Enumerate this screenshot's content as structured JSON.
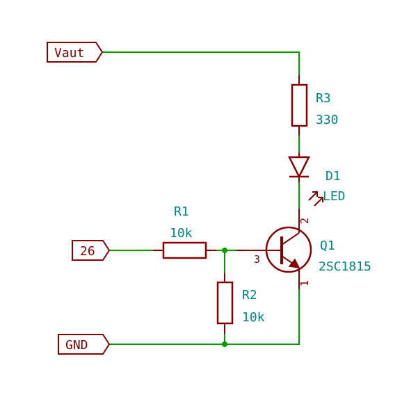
{
  "global_labels": {
    "vout": "Vaut",
    "gpio": "26",
    "gnd": "GND"
  },
  "components": {
    "r1": {
      "ref": "R1",
      "value": "10k"
    },
    "r2": {
      "ref": "R2",
      "value": "10k"
    },
    "r3": {
      "ref": "R3",
      "value": "330"
    },
    "d1": {
      "ref": "D1",
      "value": "LED"
    },
    "q1": {
      "ref": "Q1",
      "value": "2SC1815",
      "pin_base": "3",
      "pin_collector": "2",
      "pin_emitter": "1"
    }
  },
  "colors": {
    "wire": "#009900",
    "component": "#840000",
    "reference_text": "#008484"
  }
}
